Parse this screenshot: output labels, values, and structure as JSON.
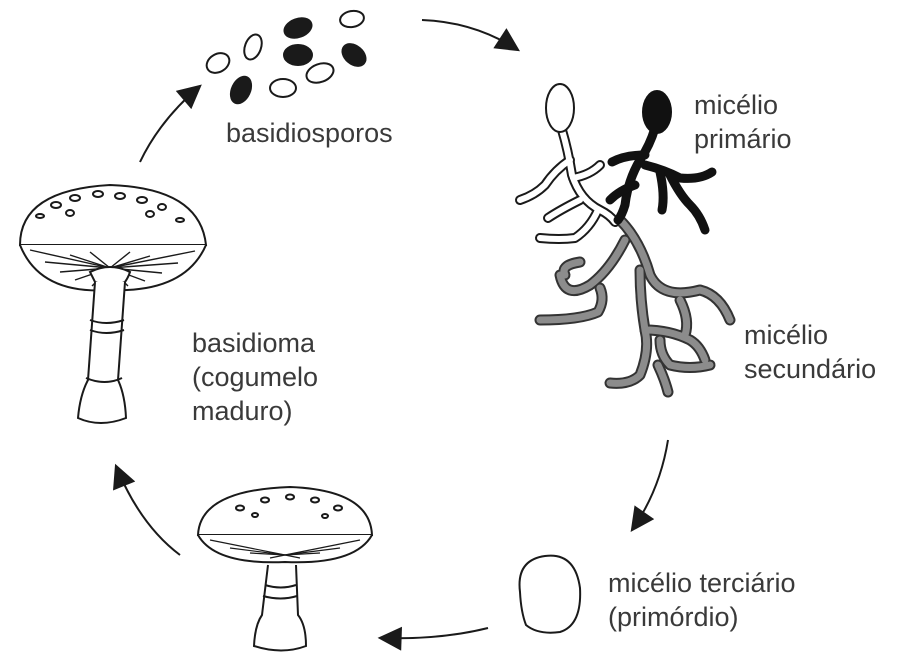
{
  "labels": {
    "basidiospores": "basidiosporos",
    "primary_mycelium": [
      "micélio",
      "primário"
    ],
    "secondary_mycelium": [
      "micélio",
      "secundário"
    ],
    "tertiary_mycelium": [
      "micélio terciário",
      "(primórdio)"
    ],
    "basidiocarp": [
      "basidioma",
      "(cogumelo",
      "maduro)"
    ]
  },
  "colors": {
    "outline": "#1a1a1a",
    "secondary_mycelium": "#8c8c8c",
    "primary_mycelium_dark": "#111111"
  }
}
